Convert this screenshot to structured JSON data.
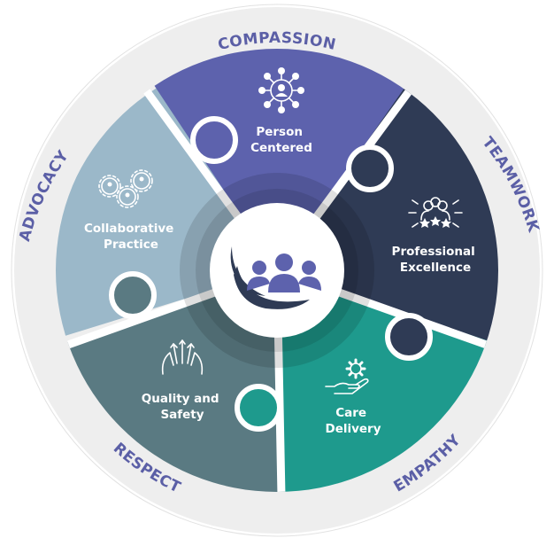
{
  "ring_words": {
    "top": "COMPASSION",
    "right": "TEAMWORK",
    "bottom_right": "EMPATHY",
    "bottom_left": "RESPECT",
    "left": "ADVOCACY"
  },
  "pieces": {
    "person_centered": {
      "line1": "Person",
      "line2": "Centered",
      "color": "#5d62ad",
      "icon": "people-network-icon"
    },
    "professional_excellence": {
      "line1": "Professional",
      "line2": "Excellence",
      "color": "#2f3b55",
      "icon": "team-stars-icon"
    },
    "care_delivery": {
      "line1": "Care",
      "line2": "Delivery",
      "color": "#1e9a8d",
      "icon": "hand-gear-icon"
    },
    "quality_safety": {
      "line1": "Quality and",
      "line2": "Safety",
      "color": "#5a7a82",
      "icon": "hands-growth-icon"
    },
    "collaborative_practice": {
      "line1": "Collaborative",
      "line2": "Practice",
      "color": "#9bb8c9",
      "icon": "gears-people-icon"
    }
  },
  "center": {
    "icon": "group-hand-icon"
  },
  "colors": {
    "ring": "#eeeeee",
    "ring_text": "#5b5fa6",
    "gap": "#ffffff"
  }
}
